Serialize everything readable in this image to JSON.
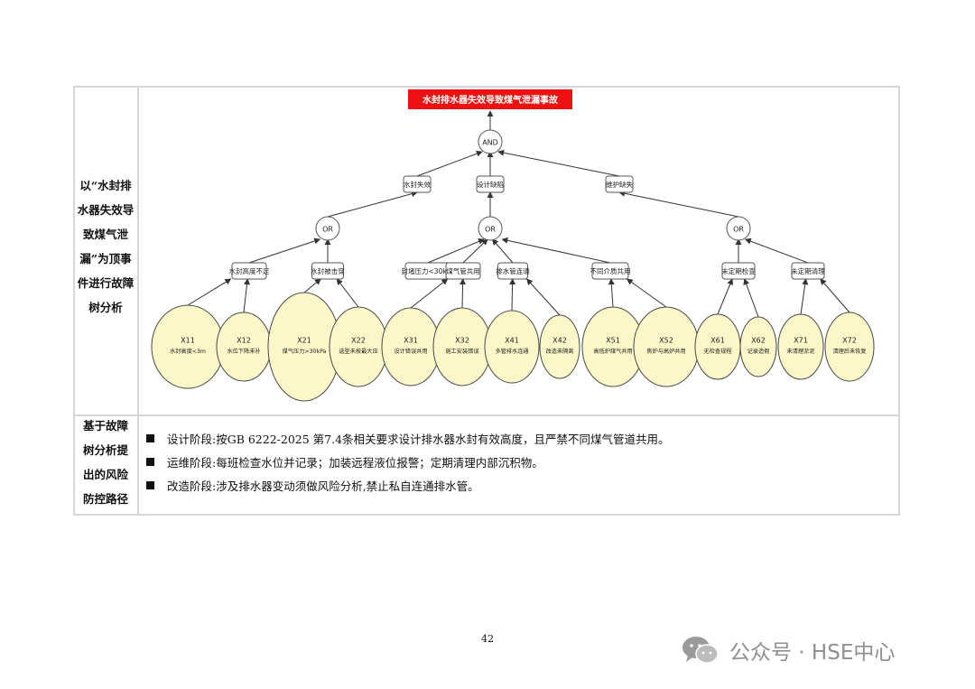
{
  "analysis_label": "以“水封排\n水器失效导\n致煤气泄\n漏”为顶事\n件进行故障\n树分析",
  "measures_label": "基于故障\n树分析提\n出的风险\n防控路径",
  "top_event": "水封排水器失效导致煤气泄漏事故",
  "top_gate": "AND",
  "branches": [
    {
      "label": "水封失效",
      "gate": "OR",
      "mid": [
        {
          "label": "水封高度不足",
          "basic": [
            {
              "code": "X11",
              "desc": "水封高度<3m"
            },
            {
              "code": "X12",
              "desc": "水位下降未补"
            }
          ]
        },
        {
          "label": "水封被击穿",
          "basic": [
            {
              "code": "X21",
              "desc": "煤气压力>30kPa"
            },
            {
              "code": "X22",
              "desc": "选型未按最大压"
            }
          ]
        }
      ]
    },
    {
      "label": "设计缺陷",
      "gate": "OR",
      "mid": [
        {
          "label": "封堵压力<30kPa",
          "basic": []
        },
        {
          "label": "煤气管共用",
          "basic": [
            {
              "code": "X31",
              "desc": "设计错误共用"
            },
            {
              "code": "X32",
              "desc": "施工安装错误"
            }
          ]
        },
        {
          "label": "排水管连通",
          "basic": [
            {
              "code": "X41",
              "desc": "多管排水连通"
            },
            {
              "code": "X42",
              "desc": "改造未隔离"
            }
          ]
        },
        {
          "label": "不同介质共用",
          "basic": [
            {
              "code": "X51",
              "desc": "高低炉煤气共用"
            },
            {
              "code": "X52",
              "desc": "焦炉与高炉共用"
            }
          ]
        }
      ]
    },
    {
      "label": "维护缺失",
      "gate": "OR",
      "mid": [
        {
          "label": "未定期检查",
          "basic": [
            {
              "code": "X61",
              "desc": "无检查规程"
            },
            {
              "code": "X62",
              "desc": "记录造假"
            }
          ]
        },
        {
          "label": "未定期清理",
          "basic": [
            {
              "code": "X71",
              "desc": "未清理淤泥"
            },
            {
              "code": "X72",
              "desc": "清理后未恢复"
            }
          ]
        }
      ]
    }
  ],
  "measures": [
    "设计阶段:按GB 6222-2025 第7.4条相关要求设计排水器水封有效高度，且严禁不同煤气管道共用。",
    "运维阶段:每班检查水位并记录；加装远程液位报警；定期清理内部沉积物。",
    "改造阶段:涉及排水器变动须做风险分析,禁止私自连通排水管。"
  ],
  "page_number": "42",
  "watermark": "公众号 · HSE中心",
  "colors": {
    "top_event_bg": "#ee1111",
    "leaf_fill": "#fbf7c8",
    "leaf_stroke": "#4a4a4a",
    "border": "#d6d6d6"
  }
}
